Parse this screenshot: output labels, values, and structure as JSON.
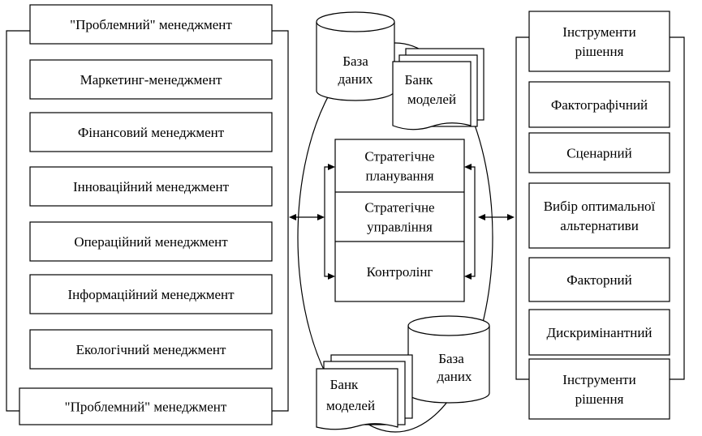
{
  "left": {
    "items": [
      [
        "\"Проблемний\" менеджмент"
      ],
      [
        "Маркетинг-менеджмент"
      ],
      [
        "Фінансовий менеджмент"
      ],
      [
        "Інноваційний менеджмент"
      ],
      [
        "Операційний  менеджмент"
      ],
      [
        "Інформаційний менеджмент"
      ],
      [
        "Екологічний менеджмент"
      ],
      [
        "\"Проблемний\" менеджмент"
      ]
    ]
  },
  "center": {
    "db_top": [
      "База",
      "даних"
    ],
    "models_top": [
      "Банк",
      "моделей"
    ],
    "stack": [
      [
        "Стратегічне",
        "планування"
      ],
      [
        "Стратегічне",
        "управління"
      ],
      [
        "Контролінг"
      ]
    ],
    "db_bottom": [
      "База",
      "даних"
    ],
    "models_bottom": [
      "Банк",
      "моделей"
    ]
  },
  "right": {
    "items": [
      [
        "Інструменти",
        "рішення"
      ],
      [
        "Фактографічний"
      ],
      [
        "Сценарний"
      ],
      [
        "Вибір оптимальної",
        "альтернативи"
      ],
      [
        "Факторний"
      ],
      [
        "Дискримінантний"
      ],
      [
        "Інструменти",
        "рішення"
      ]
    ]
  }
}
